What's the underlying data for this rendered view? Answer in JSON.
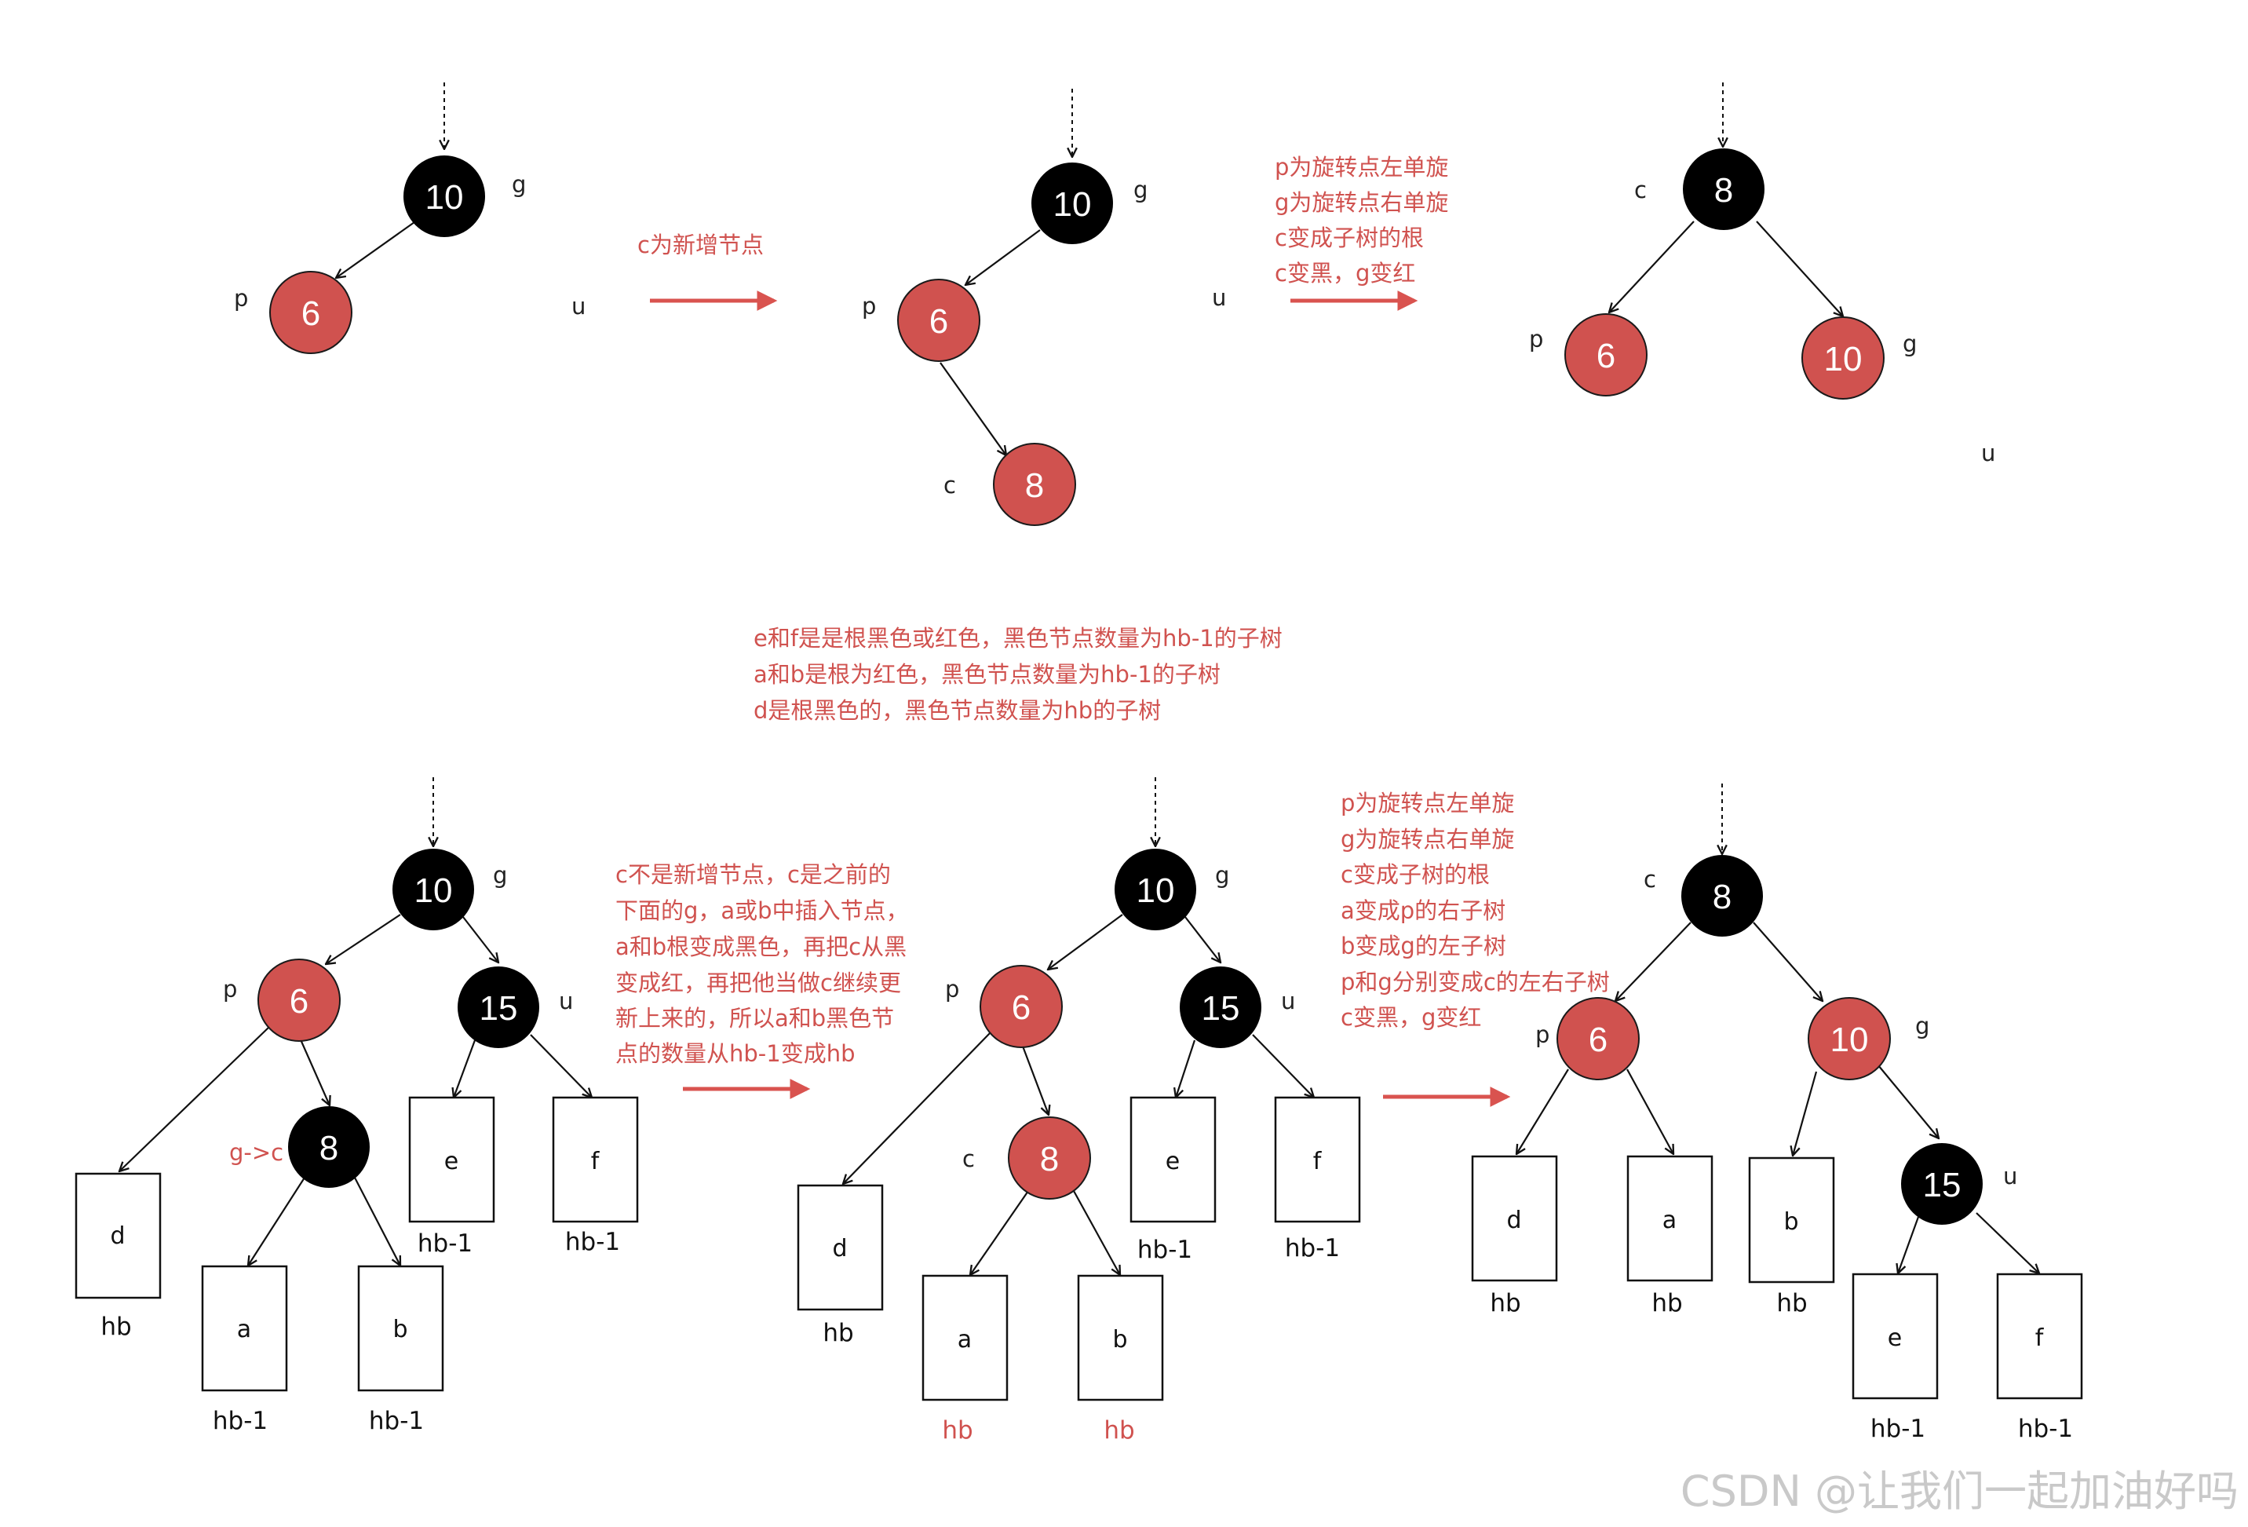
{
  "colors": {
    "red_node": "#d0524f",
    "black_node": "#000000",
    "annotation": "#d0524f",
    "arrow_red": "#d9534f"
  },
  "top": {
    "arrow1_caption": "c为新增节点",
    "arrow2_lines": [
      "p为旋转点左单旋",
      "g为旋转点右单旋",
      "c变成子树的根",
      "c变黑，g变红"
    ],
    "d1": {
      "g": {
        "value": "10",
        "label": "g"
      },
      "p": {
        "value": "6",
        "label": "p"
      },
      "u": "u"
    },
    "d2": {
      "g": {
        "value": "10",
        "label": "g"
      },
      "p": {
        "value": "6",
        "label": "p"
      },
      "c": {
        "value": "8",
        "label": "c"
      },
      "u": "u"
    },
    "d3": {
      "c": {
        "value": "8",
        "label": "c"
      },
      "p": {
        "value": "6",
        "label": "p"
      },
      "g": {
        "value": "10",
        "label": "g"
      },
      "u": "u"
    }
  },
  "middle_notes": [
    "e和f是是根黑色或红色，黑色节点数量为hb-1的子树",
    "a和b是根为红色，黑色节点数量为hb-1的子树",
    "d是根黑色的，黑色节点数量为hb的子树"
  ],
  "bottom": {
    "arrow1_lines": [
      "c不是新增节点，c是之前的",
      "下面的g，a或b中插入节点，",
      "a和b根变成黑色，再把c从黑",
      "变成红，再把他当做c继续更",
      "新上来的，所以a和b黑色节",
      "点的数量从hb-1变成hb"
    ],
    "arrow2_lines": [
      "p为旋转点左单旋",
      "g为旋转点右单旋",
      "c变成子树的根",
      "a变成p的右子树",
      "b变成g的左子树",
      "p和g分别变成c的左右子树",
      "c变黑，g变红"
    ],
    "d1": {
      "g": {
        "value": "10",
        "label": "g"
      },
      "p": {
        "value": "6",
        "label": "p"
      },
      "u": {
        "value": "15",
        "label": "u"
      },
      "c": {
        "value": "8",
        "label": "g->c"
      },
      "boxes": {
        "d": "d",
        "a": "a",
        "b": "b",
        "e": "e",
        "f": "f"
      },
      "captions": {
        "d": "hb",
        "a": "hb-1",
        "b": "hb-1",
        "e": "hb-1",
        "f": "hb-1"
      }
    },
    "d2": {
      "g": {
        "value": "10",
        "label": "g"
      },
      "p": {
        "value": "6",
        "label": "p"
      },
      "u": {
        "value": "15",
        "label": "u"
      },
      "c": {
        "value": "8",
        "label": "c"
      },
      "boxes": {
        "d": "d",
        "a": "a",
        "b": "b",
        "e": "e",
        "f": "f"
      },
      "captions": {
        "d": "hb",
        "a": "hb",
        "b": "hb",
        "e": "hb-1",
        "f": "hb-1"
      }
    },
    "d3": {
      "c": {
        "value": "8",
        "label": "c"
      },
      "p": {
        "value": "6",
        "label": "p"
      },
      "g": {
        "value": "10",
        "label": "g"
      },
      "u": {
        "value": "15",
        "label": "u"
      },
      "boxes": {
        "d": "d",
        "a": "a",
        "b": "b",
        "e": "e",
        "f": "f"
      },
      "captions": {
        "d": "hb",
        "a": "hb",
        "b": "hb",
        "e": "hb-1",
        "f": "hb-1"
      }
    }
  },
  "watermark": "CSDN @让我们一起加油好吗"
}
